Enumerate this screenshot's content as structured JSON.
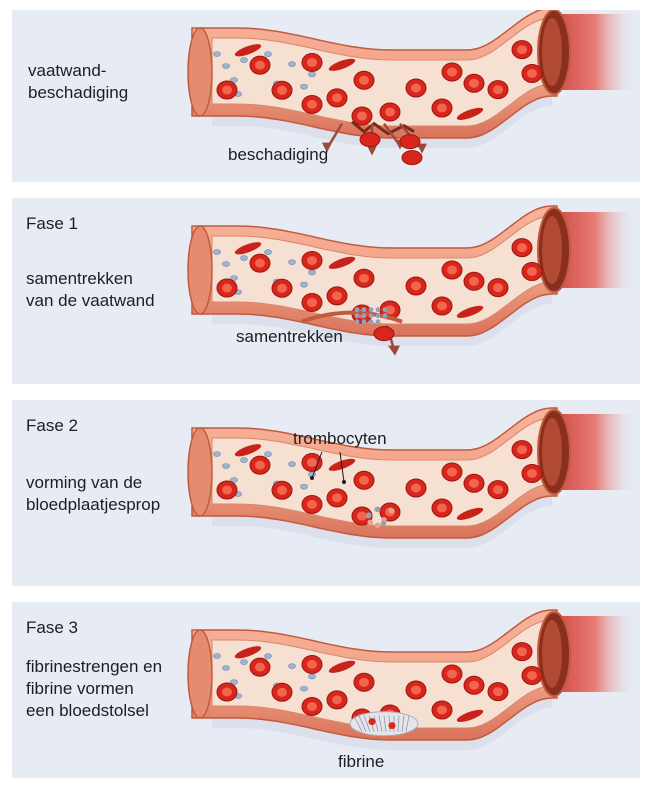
{
  "colors": {
    "panel_bg": "#e6ebf4",
    "vessel_wall": "#f2a489",
    "vessel_wall_dark": "#c25a3e",
    "vessel_lumen": "#f6e0d2",
    "red_cell": "#d9261c",
    "red_cell_light": "#f2654e",
    "platelet": "#9fb4d4",
    "arrow": "#9b4a3a",
    "fibrin": "#e4e4ea"
  },
  "panels": [
    {
      "phase_label": "",
      "description_lines": [
        "vaatwand-",
        "beschadiging"
      ],
      "callouts": [
        "beschadiging"
      ],
      "feature": "damage"
    },
    {
      "phase_label": "Fase 1",
      "description_lines": [
        "samentrekken",
        "van de vaatwand"
      ],
      "callouts": [
        "samentrekken"
      ],
      "feature": "contraction"
    },
    {
      "phase_label": "Fase 2",
      "description_lines": [
        "vorming van de",
        "bloedplaatjesprop"
      ],
      "callouts": [
        "trombocyten"
      ],
      "feature": "platelet-plug"
    },
    {
      "phase_label": "Fase 3",
      "description_lines": [
        "fibrinestrengen en",
        "fibrine vormen",
        "een bloedstolsel"
      ],
      "callouts": [
        "fibrine"
      ],
      "feature": "fibrin-clot"
    }
  ]
}
